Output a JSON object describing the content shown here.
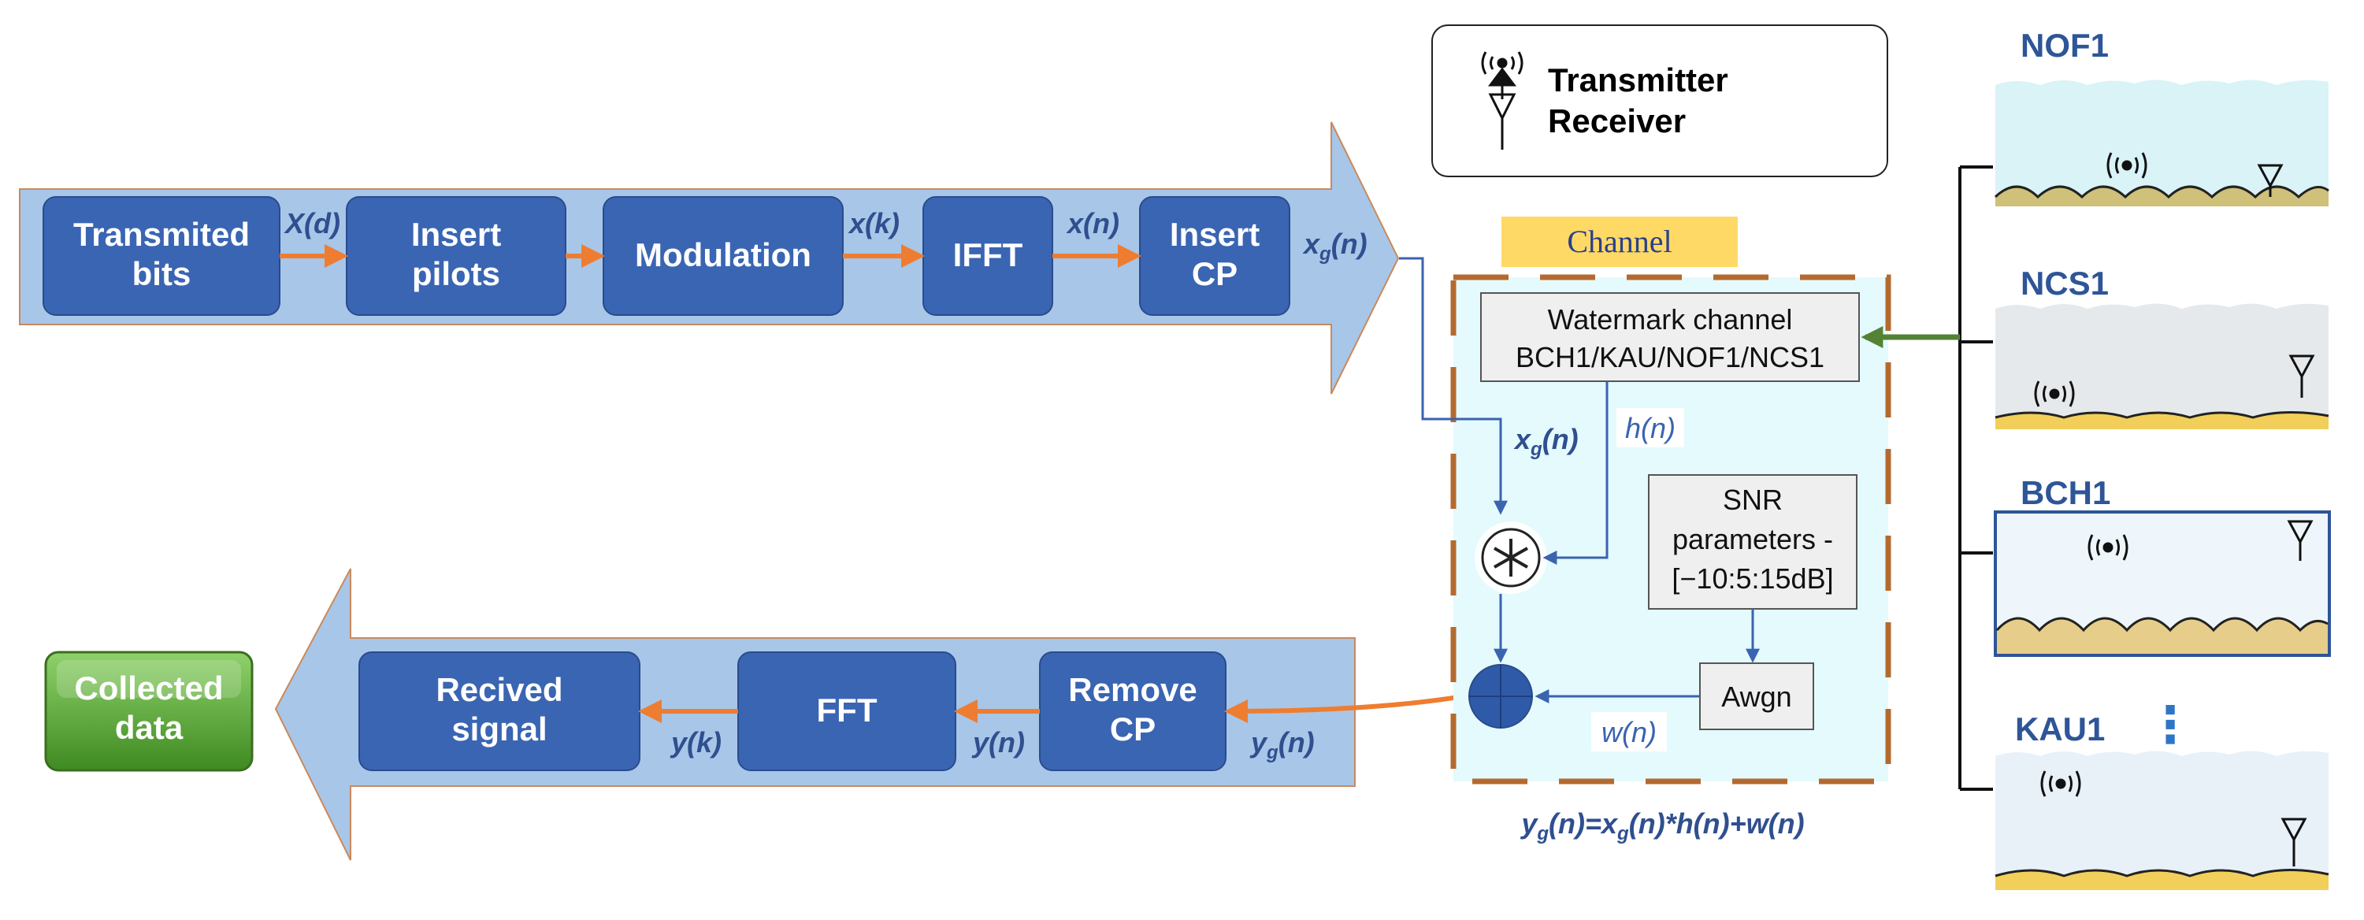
{
  "colors": {
    "block_fill": "#3a65b3",
    "big_arrow_fill": "#a8c6e8",
    "orange_arrow": "#ee7d31",
    "channel_border": "#b46a2f",
    "channel_bg": "#e4fafc",
    "channel_label_bg": "#ffd966",
    "green_arrow": "#548235",
    "collected_fill": "#5aa635"
  },
  "transmitter": {
    "blocks": [
      {
        "line1": "Transmited",
        "line2": "bits"
      },
      {
        "line1": "Insert",
        "line2": "pilots"
      },
      {
        "line1": "Modulation",
        "line2": ""
      },
      {
        "line1": "IFFT",
        "line2": ""
      },
      {
        "line1": "Insert",
        "line2": "CP"
      }
    ],
    "signals": [
      "X(d)",
      "x(k)",
      "x(n)"
    ],
    "output_signal": {
      "main": "x",
      "sub": "g",
      "tail": "(n)"
    }
  },
  "receiver": {
    "blocks": [
      {
        "line1": "Recived",
        "line2": "signal"
      },
      {
        "line1": "FFT",
        "line2": ""
      },
      {
        "line1": "Remove",
        "line2": "CP"
      }
    ],
    "signals": [
      "y(k)",
      "y(n)"
    ],
    "input_signal": {
      "main": "y",
      "sub": "g",
      "tail": "(n)"
    },
    "collected": {
      "line1": "Collected",
      "line2": "data"
    }
  },
  "channel": {
    "label": "Channel",
    "watermark": {
      "line1": "Watermark channel",
      "line2": "BCH1/KAU/NOF1/NCS1"
    },
    "h_label": "h(n)",
    "xg_label": {
      "main": "x",
      "sub": "g",
      "tail": "(n)"
    },
    "snr": {
      "line1": "SNR",
      "line2": "parameters -",
      "line3": "[−10:5:15dB]"
    },
    "awgn": "Awgn",
    "w_label": "w(n)",
    "equation": {
      "y": "y",
      "ysub": "g",
      "mid": "(n)=x",
      "xsub": "g",
      "tail": "(n)*h(n)+w(n)"
    },
    "convolution_symbol": "⊛"
  },
  "legend": {
    "line1": "Transmitter",
    "line2": "Receiver",
    "icons": [
      "transmitter-icon",
      "receiver-antenna-icon"
    ]
  },
  "environments": [
    {
      "name": "NOF1"
    },
    {
      "name": "NCS1"
    },
    {
      "name": "BCH1"
    },
    {
      "name": "KAU1"
    }
  ],
  "ellipsis": "⋮"
}
